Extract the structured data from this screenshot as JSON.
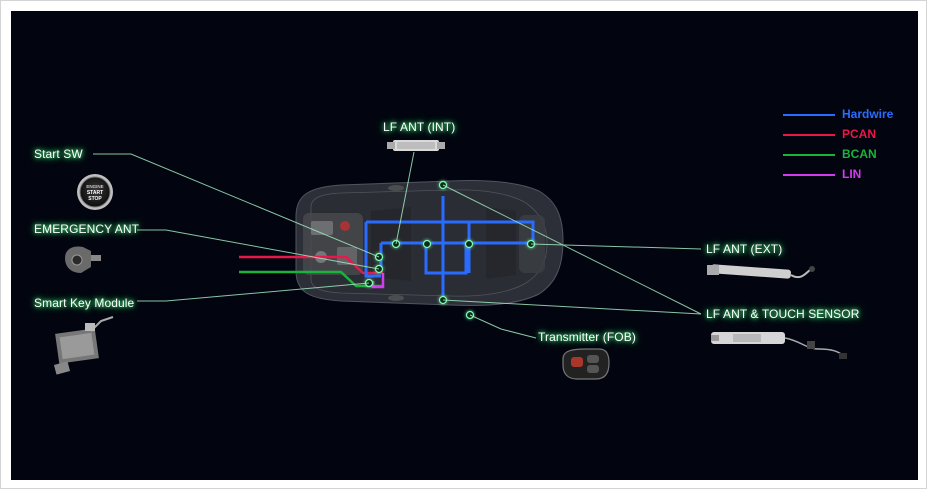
{
  "labels": {
    "lf_ant_int": "LF ANT (INT)",
    "start_sw": "Start SW",
    "emergency_ant": "EMERGENCY ANT",
    "smart_key_module": "Smart Key Module",
    "lf_ant_ext": "LF ANT (EXT)",
    "lf_ant_touch": "LF ANT & TOUCH SENSOR",
    "transmitter": "Transmitter (FOB)"
  },
  "start_button": {
    "line1": "ENGINE",
    "line2": "START",
    "line3": "STOP"
  },
  "legend": [
    {
      "label": "Hardwire",
      "color": "#2a6bff"
    },
    {
      "label": "PCAN",
      "color": "#e8184a"
    },
    {
      "label": "BCAN",
      "color": "#19b43a"
    },
    {
      "label": "LIN",
      "color": "#d43bf0"
    }
  ],
  "colors": {
    "background": "#02050f",
    "leader_line": "#9fe8c0",
    "label_glow": "#5bff8a"
  }
}
